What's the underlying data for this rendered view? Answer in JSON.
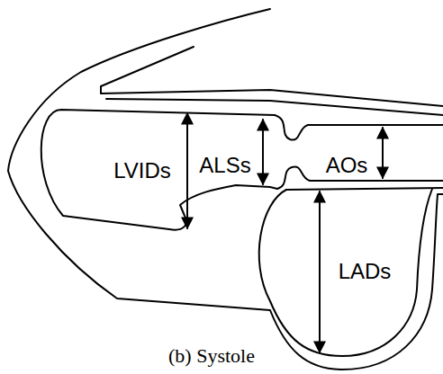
{
  "diagram": {
    "caption": "(b) Systole",
    "labels": [
      "LVIDs",
      "ALSs",
      "AOs",
      "LADs"
    ]
  }
}
